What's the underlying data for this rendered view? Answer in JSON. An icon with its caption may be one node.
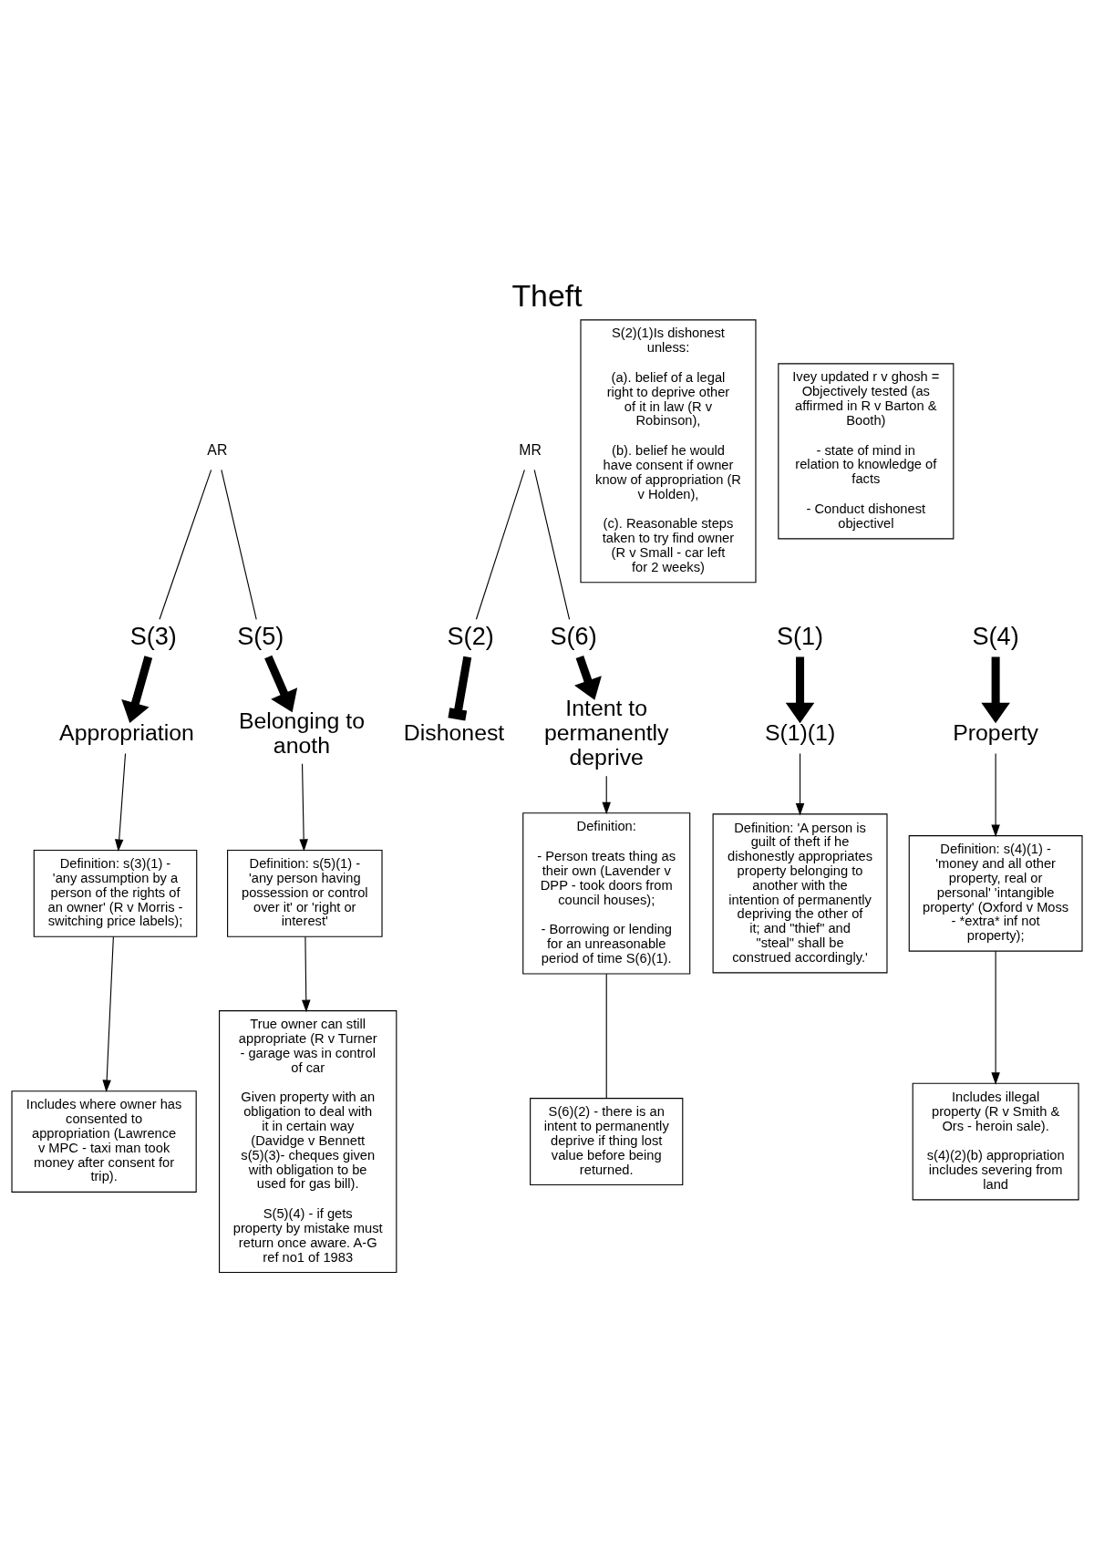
{
  "diagram": {
    "title": "Theft",
    "nodes": [
      {
        "text": [
          "AR"
        ]
      },
      {
        "text": [
          "MR"
        ]
      },
      {
        "text": [
          "S(1)"
        ]
      },
      {
        "text": [
          "S(3)"
        ]
      },
      {
        "text": [
          "S(4)"
        ]
      },
      {
        "text": [
          "S(5)"
        ]
      },
      {
        "text": [
          "S(2)"
        ]
      },
      {
        "text": [
          "S(6)"
        ]
      },
      {
        "text": [
          "S(1)(1)"
        ]
      },
      {
        "text": [
          "Appropriation"
        ]
      },
      {
        "text": [
          "Property"
        ]
      },
      {
        "text": [
          "Belonging to anoth"
        ]
      },
      {
        "text": [
          "Dishonest"
        ]
      },
      {
        "text": [
          "Intent to permanently deprive"
        ]
      },
      {
        "text": [
          "Definition: 'A person is guilt of theft if he dishonestly appropriates property belonging to another with the intention of permanently depriving the other of it; and \"thief\" and \"steal\" shall be construed accordingly.'"
        ]
      },
      {
        "text": [
          "Definition: s(3)(1) - 'any assumption by a person of the rights of an owner' (R v Morris - switching price labels);"
        ]
      },
      {
        "text": [
          "Definition: s(4)(1) - 'money and all other property, real or personal' 'intangible property' (Oxford v Moss - *extra* inf not property);"
        ]
      },
      {
        "text": [
          "Definition: s(5)(1) - 'any person having possession or control over it' or 'right or interest'"
        ]
      },
      {
        "text": [
          "S(2)(1)Is dishonest unless:",
          "(a). belief of a legal right to deprive other of it in law (R v Robinson),",
          "(b). belief he would have consent if owner know of appropriation (R v Holden),",
          "(c). Reasonable steps taken to try find owner (R v Small - car left for 2 weeks)"
        ]
      },
      {
        "text": [
          "Definition:",
          "- Person treats thing as their own (Lavender v DPP - took doors from council houses);",
          "- Borrowing or lending for an unreasonable period of time S(6)(1)."
        ]
      },
      {
        "text": [
          "Includes where owner has consented to appropriation (Lawrence v MPC - taxi man took money after consent for trip)."
        ]
      },
      {
        "text": [
          "Includes illegal property (R v Smith & Ors - heroin sale).",
          "s(4)(2)(b) appropriation includes severing from land"
        ]
      },
      {
        "text": [
          "True owner can still appropriate (R v Turner - garage was in control of car",
          "Given property with an obligation to deal with it in certain way (Davidge v Bennett s(5)(3)- cheques given with obligation to be used for gas bill).",
          "S(5)(4) - if gets property by mistake must return once aware. A-G ref no1 of 1983"
        ]
      },
      {
        "text": [
          "Ivey updated r v ghosh = Objectively tested (as affirmed in R v Barton & Booth)",
          "- state of mind in relation to knowledge of facts",
          "- Conduct dishonest objectivel"
        ]
      },
      {
        "text": [
          "S(6)(2) - there is an intent to permanently deprive if thing lost value before being returned."
        ]
      }
    ],
    "edges": [
      {
        "from": 0,
        "to": 3,
        "arrow": "none"
      },
      {
        "from": 0,
        "to": 5,
        "arrow": "none"
      },
      {
        "from": 1,
        "to": 6,
        "arrow": "none"
      },
      {
        "from": 1,
        "to": 7,
        "arrow": "none"
      },
      {
        "from": 2,
        "to": 8,
        "arrow": "to",
        "style": "thick"
      },
      {
        "from": 3,
        "to": 9,
        "arrow": "to",
        "style": "thick"
      },
      {
        "from": 4,
        "to": 10,
        "arrow": "to",
        "style": "thick"
      },
      {
        "from": 5,
        "to": 11,
        "arrow": "to",
        "style": "thick"
      },
      {
        "from": 6,
        "to": 12,
        "arrow": "other",
        "style": "thick"
      },
      {
        "from": 7,
        "to": 13,
        "arrow": "to",
        "style": "thick"
      },
      {
        "from": 8,
        "to": 14,
        "arrow": "to"
      },
      {
        "from": 9,
        "to": 15,
        "arrow": "to"
      },
      {
        "from": 10,
        "to": 16,
        "arrow": "to"
      },
      {
        "from": 11,
        "to": 17,
        "arrow": "to"
      },
      {
        "from": 13,
        "to": 19,
        "arrow": "to"
      },
      {
        "from": 15,
        "to": 20,
        "arrow": "to"
      },
      {
        "from": 16,
        "to": 21,
        "arrow": "to"
      },
      {
        "from": 17,
        "to": 22,
        "arrow": "to"
      },
      {
        "from": 19,
        "to": 24,
        "arrow": "none"
      }
    ]
  }
}
